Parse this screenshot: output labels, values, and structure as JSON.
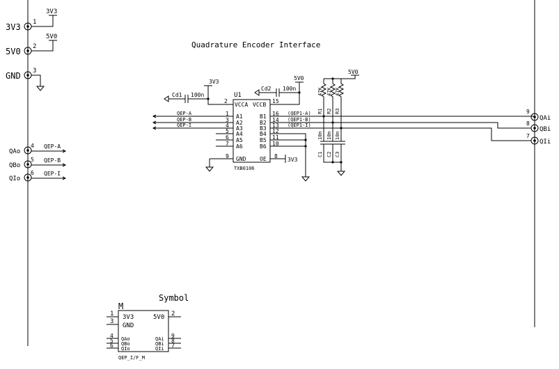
{
  "title": "Quadrature Encoder Interface",
  "left_connectors": [
    {
      "label": "3V3",
      "pin": "1",
      "net": "3V3"
    },
    {
      "label": "5V0",
      "pin": "2",
      "net": "5V0"
    },
    {
      "label": "GND",
      "pin": "3"
    },
    {
      "label": "QAo",
      "pin": "4",
      "net": "QEP-A"
    },
    {
      "label": "QBo",
      "pin": "5",
      "net": "QEP-B"
    },
    {
      "label": "QIo",
      "pin": "6",
      "net": "QEP-I"
    }
  ],
  "right_connectors": [
    {
      "label": "QAi",
      "pin": "9"
    },
    {
      "label": "QBi",
      "pin": "8"
    },
    {
      "label": "QIi",
      "pin": "7"
    }
  ],
  "u1": {
    "ref": "U1",
    "part": "TXB0106",
    "left_pins": [
      {
        "name": "VCCA",
        "num": "2"
      },
      {
        "name": "A1",
        "num": "1",
        "net": "QEP-A"
      },
      {
        "name": "A2",
        "num": "3",
        "net": "QEP-B"
      },
      {
        "name": "A3",
        "num": "4",
        "net": "QEP-I"
      },
      {
        "name": "A4",
        "num": "5"
      },
      {
        "name": "A5",
        "num": "6"
      },
      {
        "name": "A6",
        "num": "7"
      },
      {
        "name": "GND",
        "num": "9"
      }
    ],
    "right_pins": [
      {
        "name": "VCCB",
        "num": "15"
      },
      {
        "name": "B1",
        "num": "16",
        "net": "(QEP1-A)"
      },
      {
        "name": "B2",
        "num": "14",
        "net": "(QEP1-B)"
      },
      {
        "name": "B3",
        "num": "13",
        "net": "(QEP1-I)"
      },
      {
        "name": "B4",
        "num": "12"
      },
      {
        "name": "B5",
        "num": "11"
      },
      {
        "name": "B6",
        "num": "10"
      },
      {
        "name": "OE",
        "num": "8"
      }
    ],
    "vcca_net": "3V3",
    "vccb_net": "5V0",
    "oe_net": "3V3"
  },
  "decoupling": [
    {
      "ref": "Cd1",
      "value": "100n"
    },
    {
      "ref": "Cd2",
      "value": "100n"
    }
  ],
  "resistors": [
    {
      "ref": "R1",
      "value": "47K"
    },
    {
      "ref": "R2",
      "value": "47K"
    },
    {
      "ref": "R3",
      "value": "47K"
    }
  ],
  "resistor_supply": "5V0",
  "caps": [
    {
      "ref": "C1",
      "value": "10n"
    },
    {
      "ref": "C2",
      "value": "10n"
    },
    {
      "ref": "C3",
      "value": "10n"
    }
  ],
  "symbol": {
    "heading": "Symbol",
    "ref": "M",
    "name": "QEP_I/F_M",
    "left": [
      {
        "num": "1",
        "label": "3V3"
      },
      {
        "num": "3",
        "label": "GND"
      },
      {
        "num": "4",
        "label": "QAo"
      },
      {
        "num": "5",
        "label": "QBo"
      },
      {
        "num": "6",
        "label": "QIo"
      }
    ],
    "right": [
      {
        "num": "2",
        "label": "5V0"
      },
      {
        "num": "9",
        "label": "QAi"
      },
      {
        "num": "8",
        "label": "QBi"
      },
      {
        "num": "7",
        "label": "QIi"
      }
    ]
  }
}
